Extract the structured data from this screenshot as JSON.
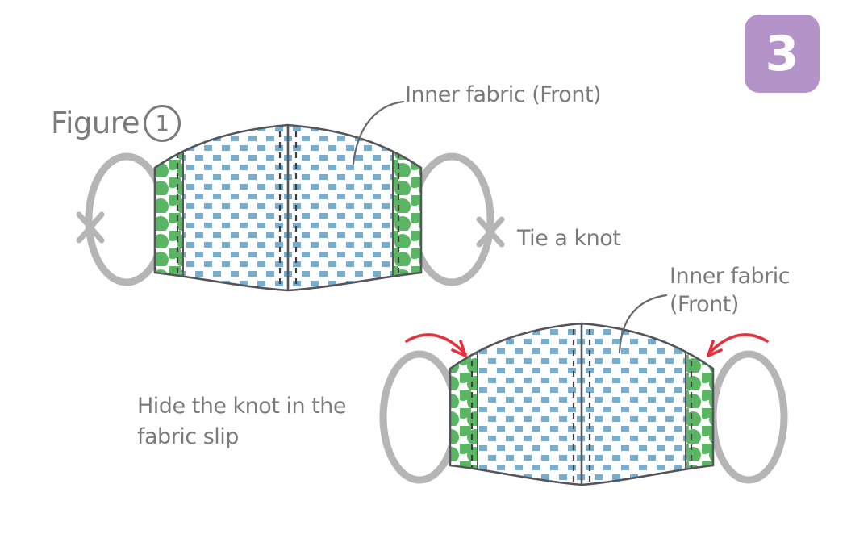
{
  "figure": {
    "label": "Figure",
    "number": "1"
  },
  "step_badge": {
    "number": "3"
  },
  "annotations": {
    "inner_fabric_top": "Inner fabric (Front)",
    "tie_a_knot": "Tie a knot",
    "inner_fabric_bottom_line1": "Inner fabric",
    "inner_fabric_bottom_line2": "(Front)",
    "hide_knot_line1": "Hide the knot in the",
    "hide_knot_line2": "fabric slip"
  },
  "colors": {
    "check_blue": "#7badcb",
    "dot_green": "#5bb663",
    "loop_gray": "#b5b5b6",
    "outline_gray": "#54555b",
    "stitch_dark": "#3f3f3f",
    "arrow_red": "#e5303d",
    "badge_purple": "#b494c8",
    "badge_text": "#ffffff",
    "label_gray": "#7b7b7b"
  }
}
